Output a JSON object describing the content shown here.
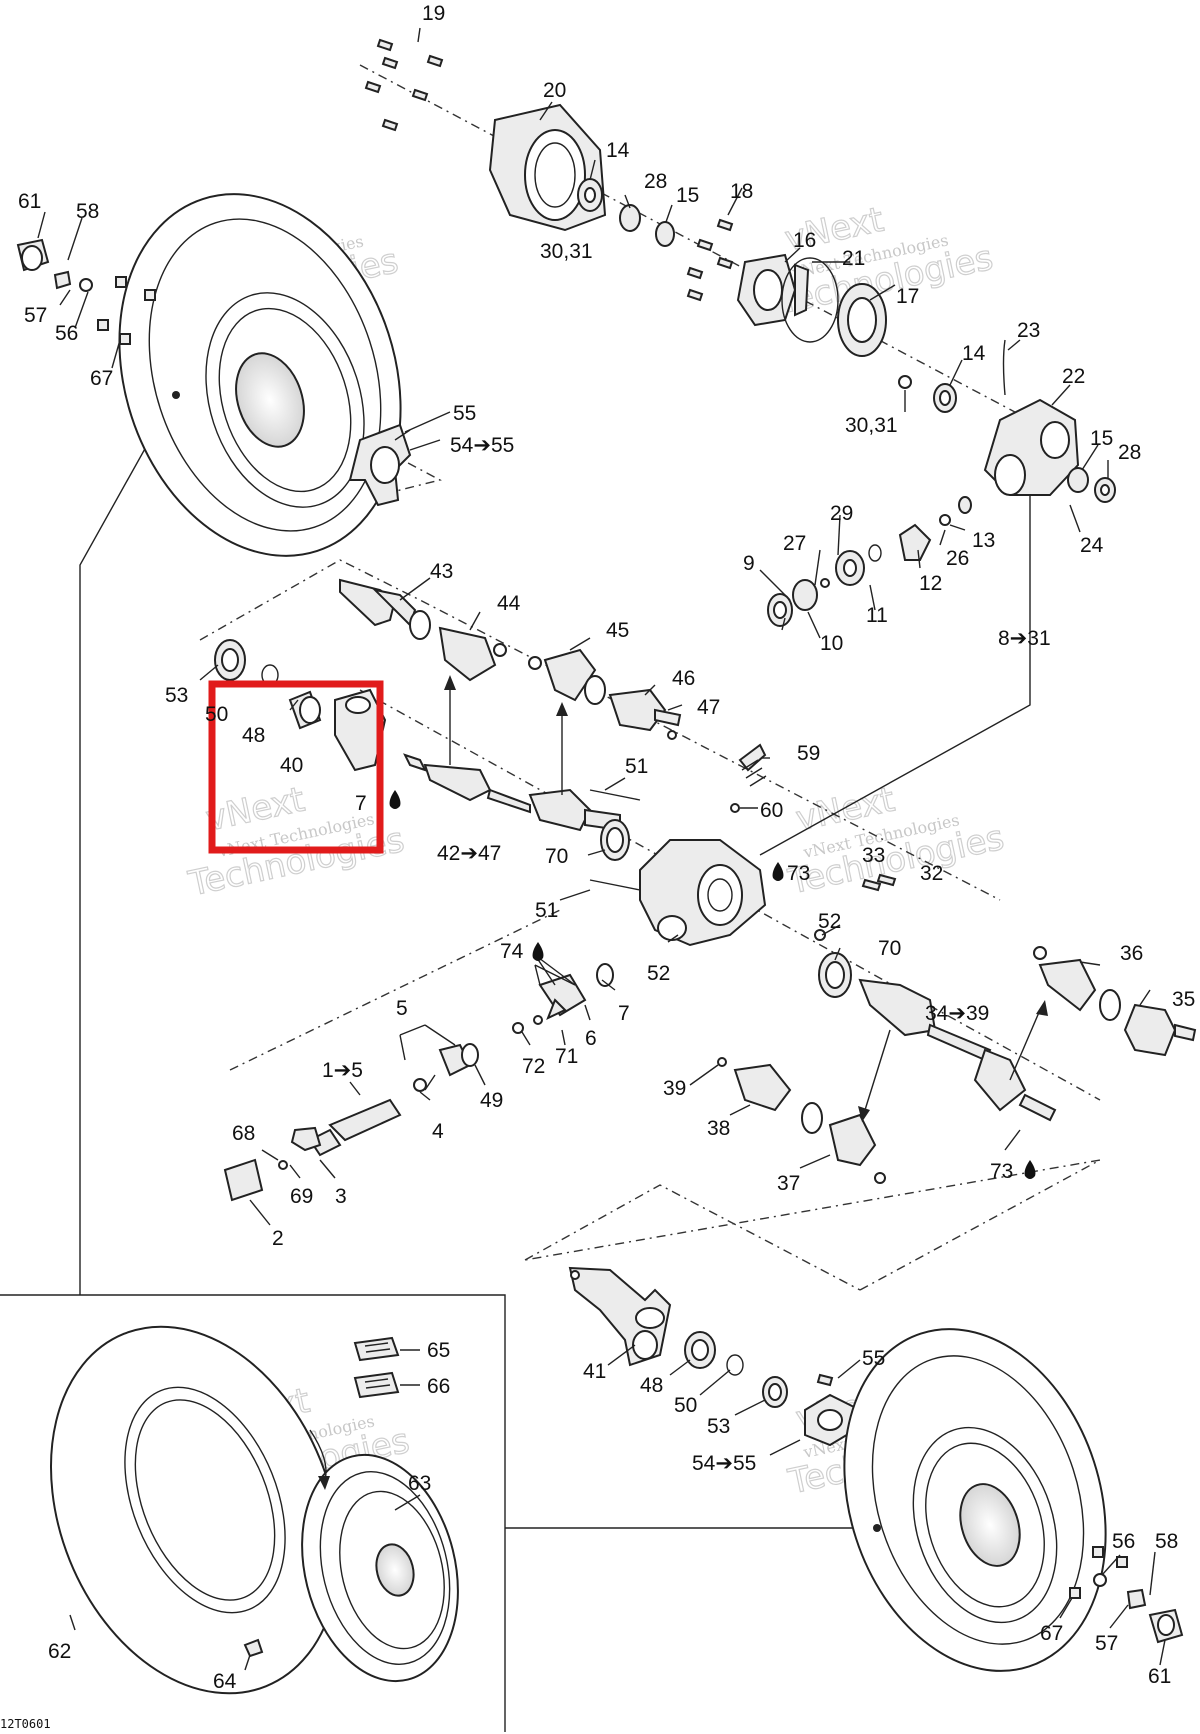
{
  "diagram": {
    "drawing_code": "12T0601",
    "watermark_line1": "vNext",
    "watermark_line2": "Technologies",
    "watermark_small": "vNext Technologies",
    "highlight_color": "#e11b1b",
    "labels": {
      "l19": "19",
      "l20": "20",
      "l14a": "14",
      "l28a": "28",
      "l15a": "15",
      "l3031a": "30,31",
      "l18": "18",
      "l16": "16",
      "l21": "21",
      "l17": "17",
      "l23": "23",
      "l14b": "14",
      "l22": "22",
      "l3031b": "30,31",
      "l15b": "15",
      "l28b": "28",
      "l24": "24",
      "l61a": "61",
      "l58a": "58",
      "l57a": "57",
      "l56a": "56",
      "l67a": "67",
      "l55a": "55",
      "l5455a": "54➔55",
      "l29": "29",
      "l27": "27",
      "l9": "9",
      "l26": "26",
      "l13": "13",
      "l12": "12",
      "l11": "11",
      "l10": "10",
      "l831": "8➔31",
      "l43": "43",
      "l44": "44",
      "l45": "45",
      "l46": "46",
      "l47": "47",
      "l53a": "53",
      "l50a": "50",
      "l48a": "48",
      "l40": "40",
      "l7a": "7",
      "l51a": "51",
      "l59": "59",
      "l60": "60",
      "l4247": "42➔47",
      "l70a": "70",
      "l73a": "73",
      "l33": "33",
      "l32": "32",
      "l51b": "51",
      "l52a": "52",
      "l70b": "70",
      "l74": "74",
      "l52b": "52",
      "l7b": "7",
      "l36": "36",
      "l35": "35",
      "l5": "5",
      "l72": "72",
      "l71": "71",
      "l6": "6",
      "l3439": "34➔39",
      "l15c": "1➔5",
      "l49": "49",
      "l4": "4",
      "l39": "39",
      "l38": "38",
      "l68": "68",
      "l69": "69",
      "l3": "3",
      "l2": "2",
      "l37": "37",
      "l73b": "73",
      "l41": "41",
      "l48b": "48",
      "l50b": "50",
      "l53b": "53",
      "l55b": "55",
      "l5455b": "54➔55",
      "l65": "65",
      "l66": "66",
      "l63": "63",
      "l62": "62",
      "l64": "64",
      "l56b": "56",
      "l58b": "58",
      "l67b": "67",
      "l57b": "57",
      "l61b": "61"
    }
  }
}
